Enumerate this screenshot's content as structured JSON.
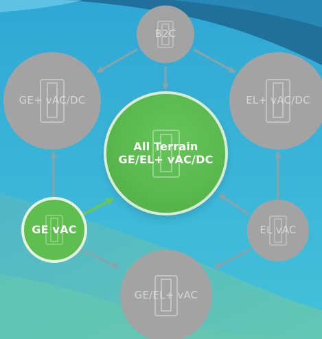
{
  "diagram": {
    "nodes": {
      "b2c": {
        "label": "B2C"
      },
      "ge_vacdc": {
        "label": "GE+ vAC/DC"
      },
      "el_vacdc": {
        "label": "EL+ vAC/DC"
      },
      "center": {
        "line1": "All Terrain",
        "line2": "GE/EL+ vAC/DC"
      },
      "ge_vac": {
        "label": "GE vAC"
      },
      "el_vac": {
        "label": "EL vAC"
      },
      "ge_el_vac": {
        "label": "GE/EL+ vAC"
      }
    },
    "edges": [
      {
        "from": "b2c",
        "to": "ge_vacdc"
      },
      {
        "from": "b2c",
        "to": "el_vacdc"
      },
      {
        "from": "b2c",
        "to": "center"
      },
      {
        "from": "ge_vac",
        "to": "ge_vacdc"
      },
      {
        "from": "ge_vac",
        "to": "center"
      },
      {
        "from": "ge_vac",
        "to": "ge_el_vac"
      },
      {
        "from": "el_vac",
        "to": "el_vacdc"
      },
      {
        "from": "el_vac",
        "to": "center"
      },
      {
        "from": "el_vac",
        "to": "ge_el_vac"
      }
    ],
    "colors": {
      "gray_node": "#a3a3a3",
      "green_node": "#5fbf4e",
      "gray_arrow": "#8aa3a8",
      "green_arrow": "#6cc45c",
      "sky": "#35b4dc",
      "wave_dark": "#1f6c94",
      "ground": "#5dc0b3"
    },
    "icon": "device-icon"
  }
}
